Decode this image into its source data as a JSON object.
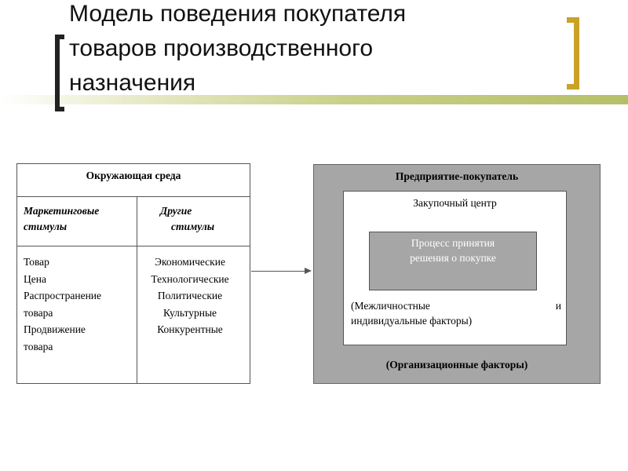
{
  "title": {
    "lines": [
      "Модель поведения покупателя",
      "товаров производственного",
      "назначения"
    ]
  },
  "environment": {
    "header": "Окружающая среда",
    "marketing_heading": [
      "Маркетинговые",
      "стимулы"
    ],
    "other_heading": [
      "Другие",
      "стимулы"
    ],
    "marketing_items": [
      "Товар",
      "Цена",
      "Распространение",
      "товара",
      "Продвижение",
      "товара"
    ],
    "other_items": [
      "Экономические",
      "Технологические",
      "Политические",
      "Культурные",
      "Конкурентные"
    ]
  },
  "buyer": {
    "title": "Предприятие-покупатель",
    "purchasing_center": "Закупочный центр",
    "process": [
      "Процесс принятия",
      "решения о покупке"
    ],
    "interpersonal_part1": "(Межличностные",
    "interpersonal_part2": "и",
    "interpersonal_line2": "индивидуальные факторы)",
    "org_factors": "(Организационные факторы)"
  },
  "colors": {
    "outer_box_fill": "#a6a6a6",
    "bracket_right": "#c9a227",
    "accent_bar": "#b6bf68"
  }
}
